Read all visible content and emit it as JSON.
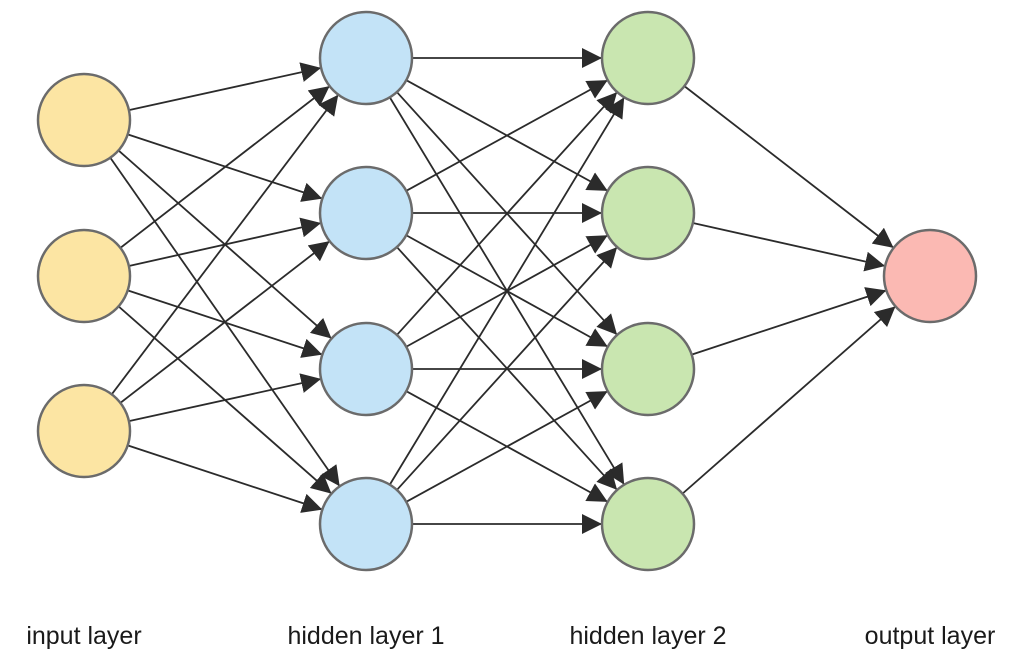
{
  "diagram": {
    "colors": {
      "edge": "#2b2b2b",
      "node_stroke": "#6b6b6b",
      "input": "#fce5a3",
      "hidden1": "#c3e3f7",
      "hidden2": "#c9e6b0",
      "output": "#fbb9b3"
    },
    "layers": [
      {
        "label": "input layer",
        "nodes": 3,
        "color_key": "input"
      },
      {
        "label": "hidden layer 1",
        "nodes": 4,
        "color_key": "hidden1"
      },
      {
        "label": "hidden layer 2",
        "nodes": 4,
        "color_key": "hidden2"
      },
      {
        "label": "output layer",
        "nodes": 1,
        "color_key": "output"
      }
    ]
  }
}
